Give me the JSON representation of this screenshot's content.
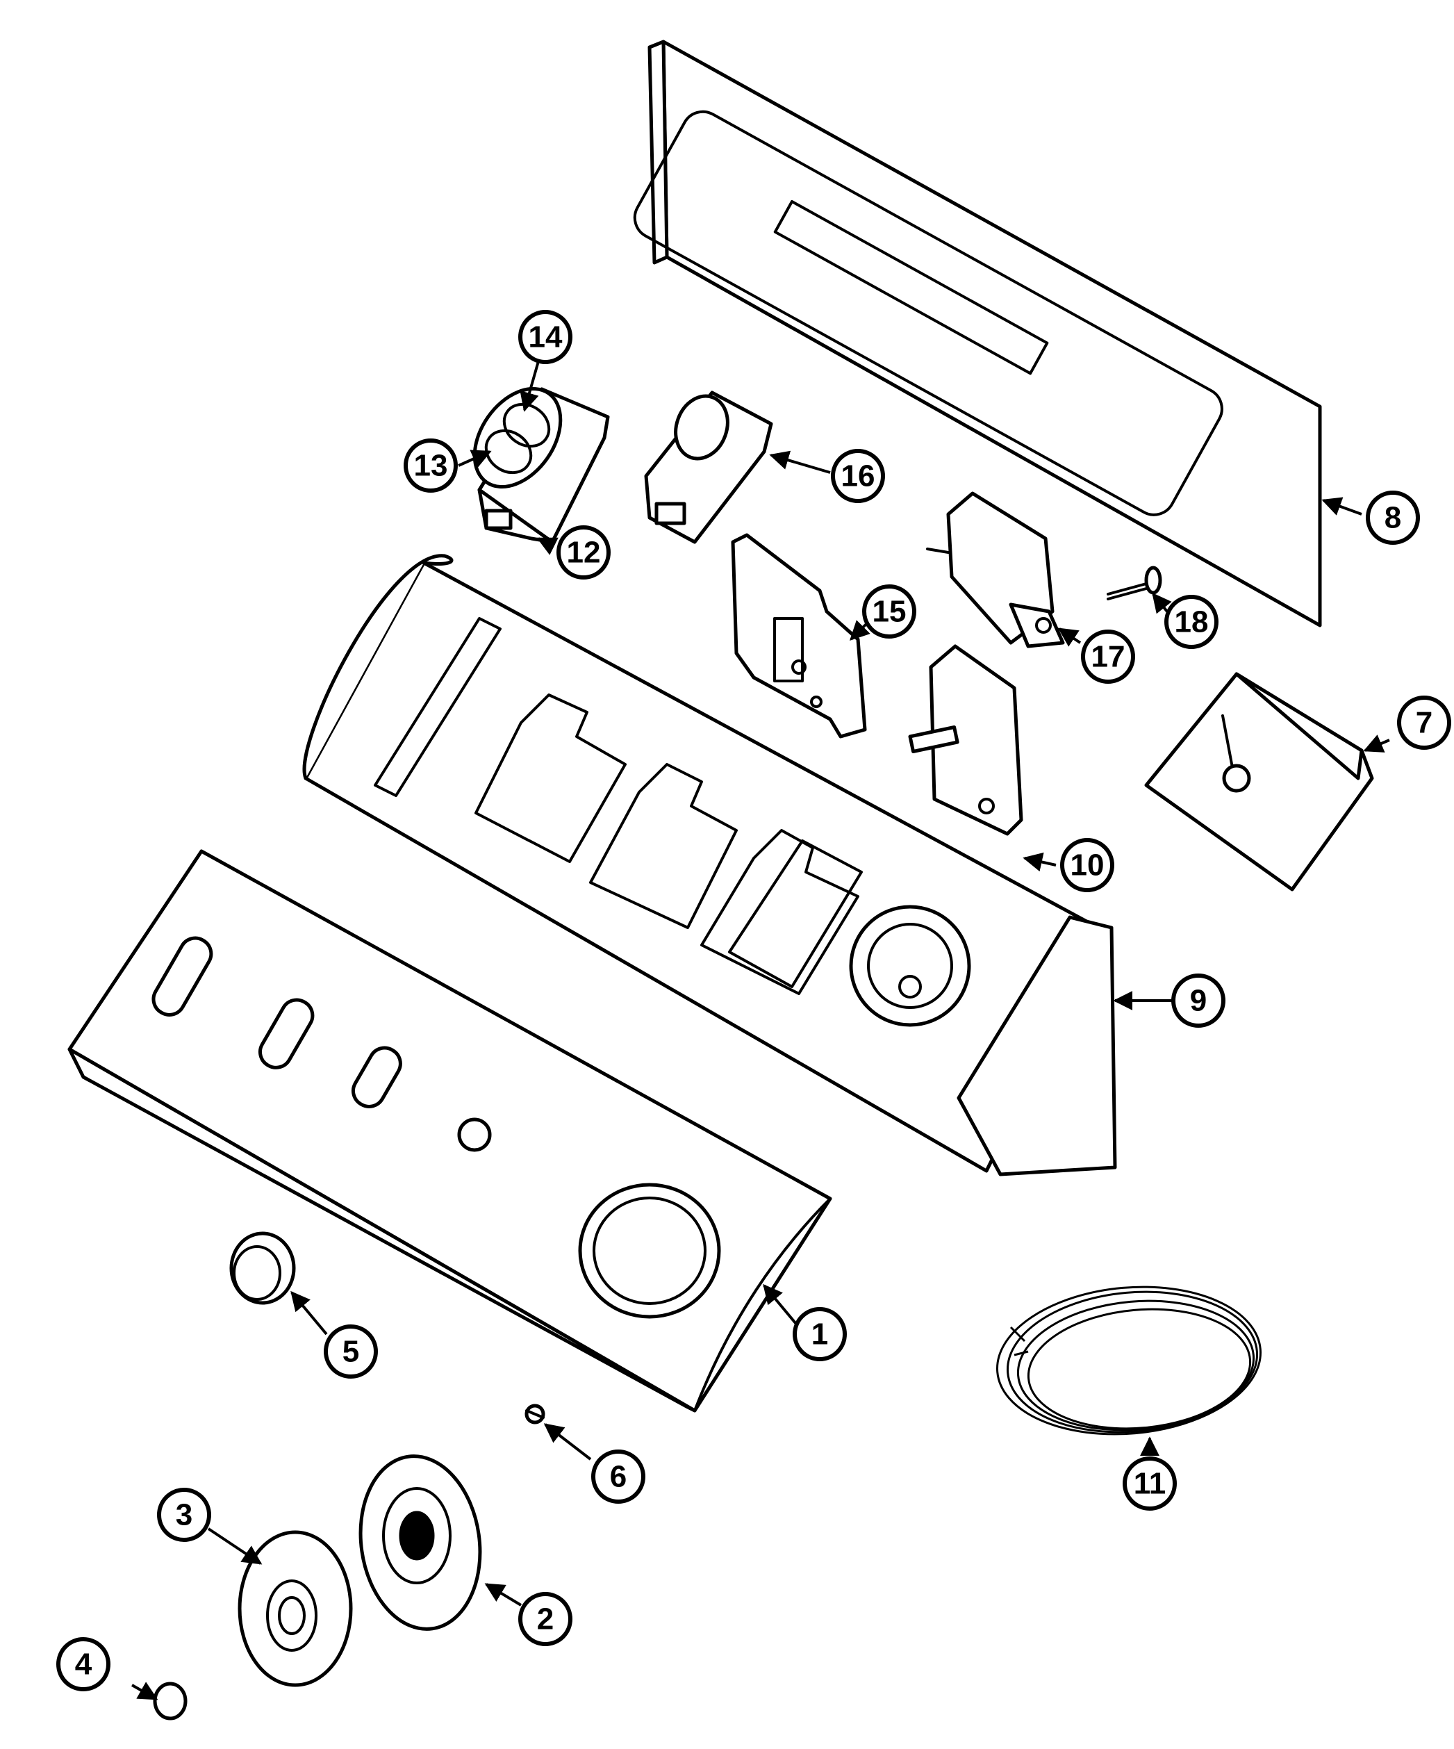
{
  "callouts": [
    {
      "id": "1",
      "label": "1"
    },
    {
      "id": "2",
      "label": "2"
    },
    {
      "id": "3",
      "label": "3"
    },
    {
      "id": "4",
      "label": "4"
    },
    {
      "id": "5",
      "label": "5"
    },
    {
      "id": "6",
      "label": "6"
    },
    {
      "id": "7",
      "label": "7"
    },
    {
      "id": "8",
      "label": "8"
    },
    {
      "id": "9",
      "label": "9"
    },
    {
      "id": "10",
      "label": "10"
    },
    {
      "id": "11",
      "label": "11"
    },
    {
      "id": "12",
      "label": "12"
    },
    {
      "id": "13",
      "label": "13"
    },
    {
      "id": "14",
      "label": "14"
    },
    {
      "id": "15",
      "label": "15"
    },
    {
      "id": "16",
      "label": "16"
    },
    {
      "id": "17",
      "label": "17"
    },
    {
      "id": "18",
      "label": "18"
    }
  ],
  "colors": {
    "line": "#000000",
    "background": "#ffffff"
  }
}
